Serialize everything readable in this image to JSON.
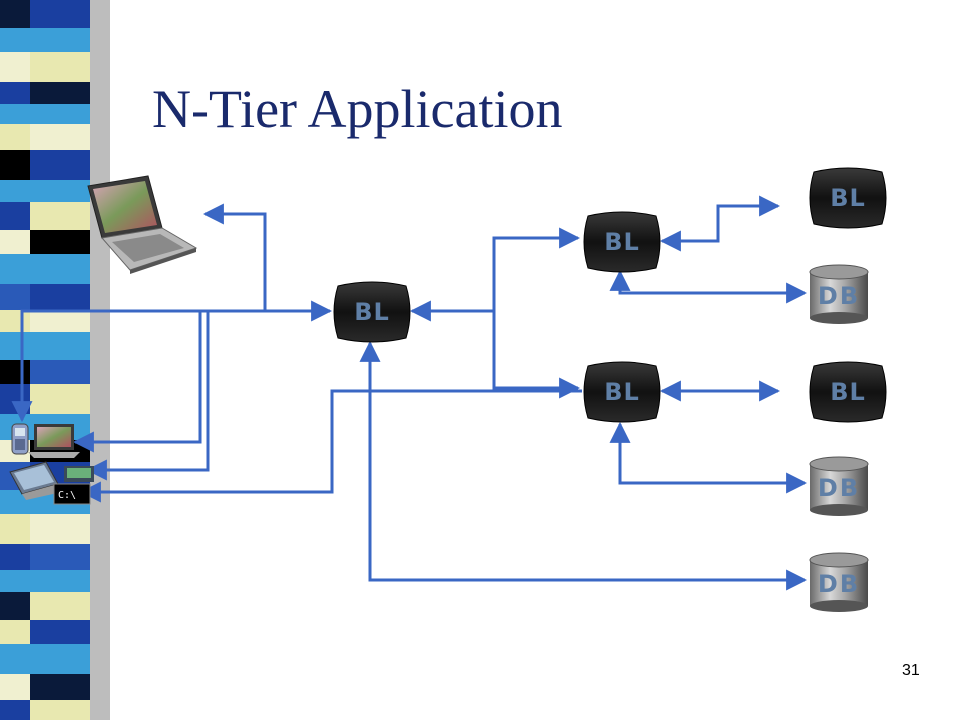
{
  "slide": {
    "title": "N-Tier Application",
    "page_number": "31"
  },
  "theme": {
    "title_color": "#1a2a6c",
    "connector_color": "#3a67c4",
    "stripe_colors": [
      "#1a3fa0",
      "#3b9fd8",
      "#0a1a3a",
      "#e8e8b0",
      "#2a5ab8",
      "#f0f0d0",
      "#000000"
    ]
  },
  "diagram": {
    "nodes": {
      "bl_center": "BL",
      "bl_upper": "BL",
      "bl_lower": "BL",
      "bl_top_right": "BL",
      "bl_mid_right": "BL",
      "db_upper": "DB",
      "db_lower": "DB",
      "db_bottom": "DB"
    },
    "clients": {
      "laptop": "laptop-icon",
      "phone": "phone-icon",
      "small_laptop": "laptop-icon",
      "desktop": "desktop-icon",
      "terminal": "C:\\"
    }
  }
}
